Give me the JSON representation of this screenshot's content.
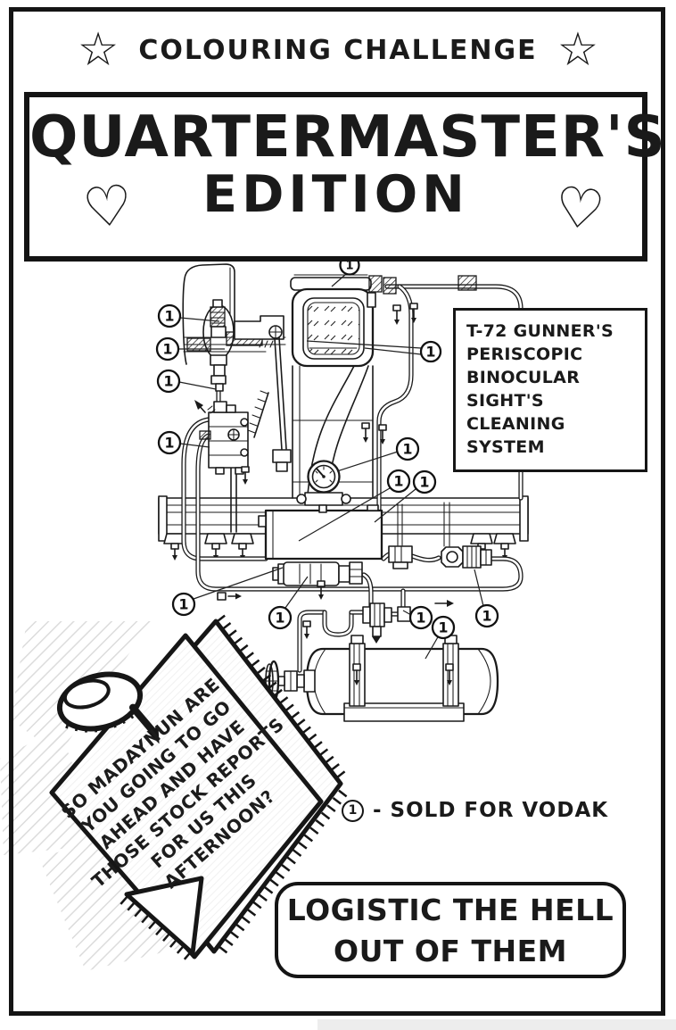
{
  "header": {
    "title": "COLOURING CHALLENGE",
    "star_icon": "☆"
  },
  "banner": {
    "title_line1": "QUARTERMASTER'S",
    "title_line2": "EDITION",
    "heart_icon": "♡"
  },
  "diagram": {
    "caption": {
      "lines": [
        "T-72 GUNNER'S",
        "PERISCOPIC",
        "BINOCULAR",
        "SIGHT'S CLEANING",
        "SYSTEM"
      ]
    },
    "callout_label": "1"
  },
  "sticky_note": {
    "lines": [
      "SO MADAYNUN ARE",
      "YOU GOING TO GO",
      "AHEAD AND HAVE",
      "THOSE STOCK REPORTS",
      "FOR US THIS",
      "AFTERNOON?"
    ]
  },
  "legend": {
    "marker": "1",
    "label": "- SOLD FOR VODAK"
  },
  "footer": {
    "lines": [
      "LOGISTIC THE HELL",
      "OUT OF THEM"
    ]
  },
  "colors": {
    "ink": "#1a1a1a",
    "paper": "#ffffff"
  }
}
